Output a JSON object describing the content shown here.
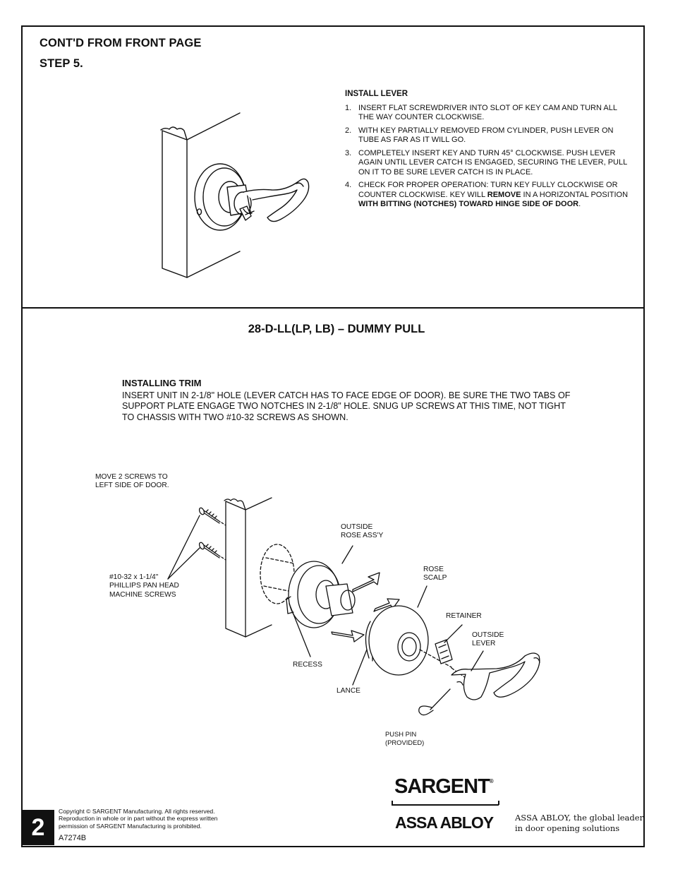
{
  "header": {
    "line1": "CONT'D FROM FRONT PAGE",
    "line2": "STEP 5."
  },
  "install_lever": {
    "title": "INSTALL  LEVER",
    "steps": [
      {
        "num": "1.",
        "text": "INSERT FLAT SCREWDRIVER INTO SLOT  OF KEY CAM AND TURN ALL THE WAY COUNTER CLOCKWISE."
      },
      {
        "num": "2.",
        "text": "WITH KEY PARTIALLY REMOVED FROM CYLINDER, PUSH LEVER ON TUBE AS FAR AS IT WILL GO."
      },
      {
        "num": "3.",
        "text": "COMPLETELY INSERT KEY  AND TURN 45° CLOCKWISE. PUSH LEVER AGAIN UNTIL LEVER CATCH IS ENGAGED, SECURING THE LEVER, PULL ON IT TO BE SURE LEVER CATCH IS IN PLACE."
      },
      {
        "num": "4.",
        "text_plain_1": "CHECK FOR PROPER OPERATION: TURN KEY FULLY CLOCKWISE OR COUNTER CLOCKWISE. KEY WILL ",
        "text_bold_1": "REMOVE",
        "text_plain_2": " IN A HORIZONTAL POSITION ",
        "text_bold_2": "WITH BITTING (NOTCHES) TOWARD HINGE SIDE OF DOOR",
        "text_plain_3": "."
      }
    ]
  },
  "section2": {
    "title": "28-D-LL(LP, LB) – DUMMY PULL",
    "trim_title": "INSTALLING TRIM",
    "trim_text": "INSERT UNIT IN 2-1/8\" HOLE (LEVER CATCH HAS TO FACE EDGE OF DOOR). BE SURE THE TWO TABS OF SUPPORT PLATE ENGAGE TWO NOTCHES IN 2-1/8\" HOLE. SNUG UP SCREWS AT THIS TIME, NOT TIGHT TO CHASSIS WITH TWO #10-32 SCREWS AS SHOWN."
  },
  "labels": {
    "move_screws": "MOVE 2 SCREWS TO\nLEFT SIDE OF DOOR.",
    "screws": "#10-32 x 1-1/4\"\nPHILLIPS PAN HEAD\nMACHINE SCREWS",
    "outside_rose": "OUTSIDE\nROSE ASS'Y",
    "rose_scalp": "ROSE\nSCALP",
    "retainer": "RETAINER",
    "outside_lever": "OUTSIDE\nLEVER",
    "recess": "RECESS",
    "lance": "LANCE",
    "push_pin": "PUSH PIN\n(PROVIDED)"
  },
  "footer": {
    "page_number": "2",
    "copyright": "Copyright © SARGENT Manufacturing. All rights reserved.\nReproduction in whole or in part without the express written\npermission of SARGENT Manufacturing is prohibited.",
    "doc_id": "A7274B",
    "brand": "SARGENT",
    "brand_mark": "®",
    "parent_brand": "ASSA ABLOY",
    "tagline": "ASSA ABLOY, the global leader\nin door opening solutions"
  }
}
